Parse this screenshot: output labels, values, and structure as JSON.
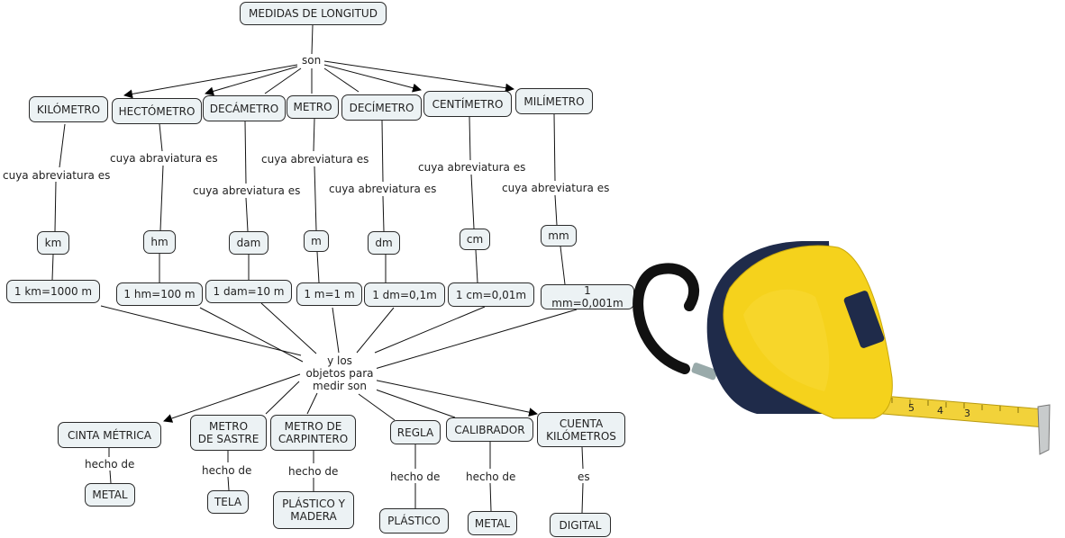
{
  "root": "MEDIDAS DE LONGITUD",
  "link_son": "son",
  "units": [
    {
      "name": "KILÓMETRO",
      "link": "cuya abreviatura es",
      "abbr": "km",
      "equiv": "1 km=1000 m"
    },
    {
      "name": "HECTÓMETRO",
      "link": "cuya abraviatura es",
      "abbr": "hm",
      "equiv": "1 hm=100 m"
    },
    {
      "name": "DECÁMETRO",
      "link": "cuya abreviatura es",
      "abbr": "dam",
      "equiv": "1 dam=10 m"
    },
    {
      "name": "METRO",
      "link": "cuya abreviatura es",
      "abbr": "m",
      "equiv": "1 m=1 m"
    },
    {
      "name": "DECÍMETRO",
      "link": "cuya abreviatura es",
      "abbr": "dm",
      "equiv": "1 dm=0,1m"
    },
    {
      "name": "CENTÍMETRO",
      "link": "cuya abreviatura es",
      "abbr": "cm",
      "equiv": "1 cm=0,01m"
    },
    {
      "name": "MILÍMETRO",
      "link": "cuya abreviatura es",
      "abbr": "mm",
      "equiv": "1 mm=0,001m"
    }
  ],
  "link_objects": "y los\nobjetos para\nmedir son",
  "objects": [
    {
      "name": "CINTA MÉTRICA",
      "link": "hecho de",
      "material": "METAL"
    },
    {
      "name": "METRO\nDE SASTRE",
      "link": "hecho de",
      "material": "TELA"
    },
    {
      "name": "METRO DE\nCARPINTERO",
      "link": "hecho de",
      "material": "PLÁSTICO Y\nMADERA"
    },
    {
      "name": "REGLA",
      "link": "hecho de",
      "material": "PLÁSTICO"
    },
    {
      "name": "CALIBRADOR",
      "link": "hecho de",
      "material": "METAL"
    },
    {
      "name": "CUENTA\nKILÓMETROS",
      "link": "es",
      "material": "DIGITAL"
    }
  ],
  "image": {
    "subject": "tape-measure",
    "tape_numbers": [
      "5",
      "4",
      "3"
    ]
  },
  "colors": {
    "node_fill": "#ecf2f4",
    "node_border": "#2a2a2a",
    "tape_body": "#f5d21c",
    "tape_grip": "#1f2b4a"
  }
}
